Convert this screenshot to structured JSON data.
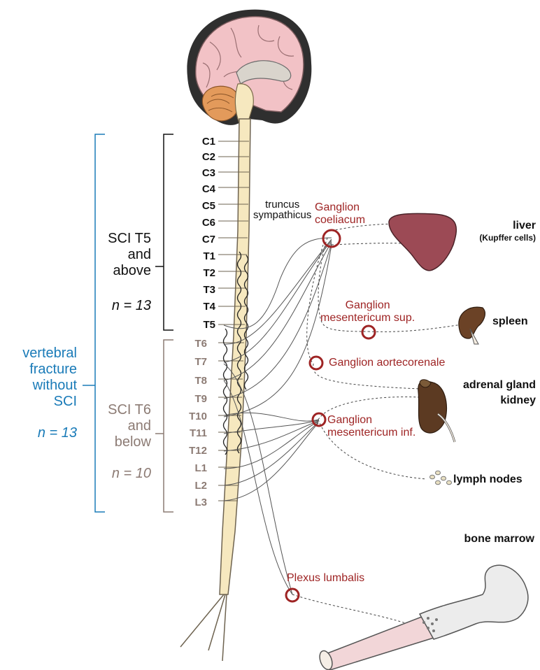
{
  "groups": {
    "vertebral": {
      "line1": "vertebral",
      "line2": "fracture",
      "line3": "without",
      "line4": "SCI",
      "n": "n = 13"
    },
    "upper": {
      "line1": "SCI  T5",
      "line2": "and",
      "line3": "above",
      "n": "n = 13"
    },
    "lower": {
      "line1": "SCI  T6",
      "line2": "and",
      "line3": "below",
      "n": "n = 10"
    }
  },
  "segments_upper": [
    "C1",
    "C2",
    "C3",
    "C4",
    "C5",
    "C6",
    "C7",
    "T1",
    "T2",
    "T3",
    "T4",
    "T5"
  ],
  "segments_lower": [
    "T6",
    "T7",
    "T8",
    "T9",
    "T10",
    "T11",
    "T12",
    "L1",
    "L2",
    "L3"
  ],
  "truncus": {
    "line1": "truncus",
    "line2": "sympathicus"
  },
  "ganglia": {
    "coeliacum": {
      "line1": "Ganglion",
      "line2": "coeliacum"
    },
    "mes_sup": {
      "line1": "Ganglion",
      "line2": "mesentericum sup."
    },
    "aorte": "Ganglion aortecorenale",
    "mes_inf": {
      "line1": "Ganglion",
      "line2": "mesentericum inf."
    },
    "plexus": "Plexus lumbalis"
  },
  "organs": {
    "liver": "liver",
    "liver_sub": "(Kupffer cells)",
    "spleen": "spleen",
    "adrenal": "adrenal gland",
    "kidney": "kidney",
    "lymph": "lymph nodes",
    "bone": "bone marrow"
  },
  "colors": {
    "vertebral": "#1a7bb8",
    "upper": "#111111",
    "lower": "#8c7b74",
    "ganglion": "#9e2424",
    "cord": "#f6e8bf",
    "brain": "#f2c2c6",
    "liver": "#9c4a55",
    "spleen": "#6b4226",
    "kidney": "#5c3a22"
  }
}
